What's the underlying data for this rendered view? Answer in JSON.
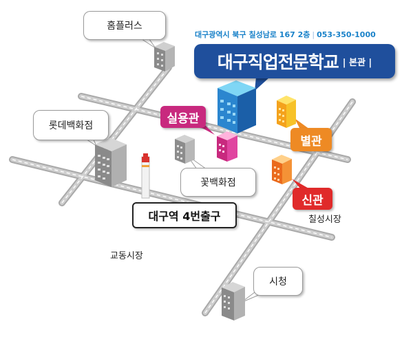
{
  "school": {
    "name": "대구직업전문학교",
    "branch": "본관",
    "address": "대구광역시 북구 칠성남로 167 2층",
    "phone": "053-350-1000"
  },
  "buildings": {
    "practical": "실용관",
    "annex": "별관",
    "new": "신관"
  },
  "landmarks": {
    "homeplus": "홈플러스",
    "lotte": "롯데백화점",
    "flower": "꽃백화점",
    "station_exit": "대구역 4번출구",
    "cityhall": "시청"
  },
  "places": {
    "chilseong": "칠성시장",
    "gyodong": "교동시장"
  },
  "colors": {
    "banner": "#1f4f9c",
    "address": "#1a82c9",
    "practical_tag": "#c8297e",
    "annex_tag": "#ee8a24",
    "new_tag": "#e02a2a",
    "road": "#c9c9c9"
  }
}
